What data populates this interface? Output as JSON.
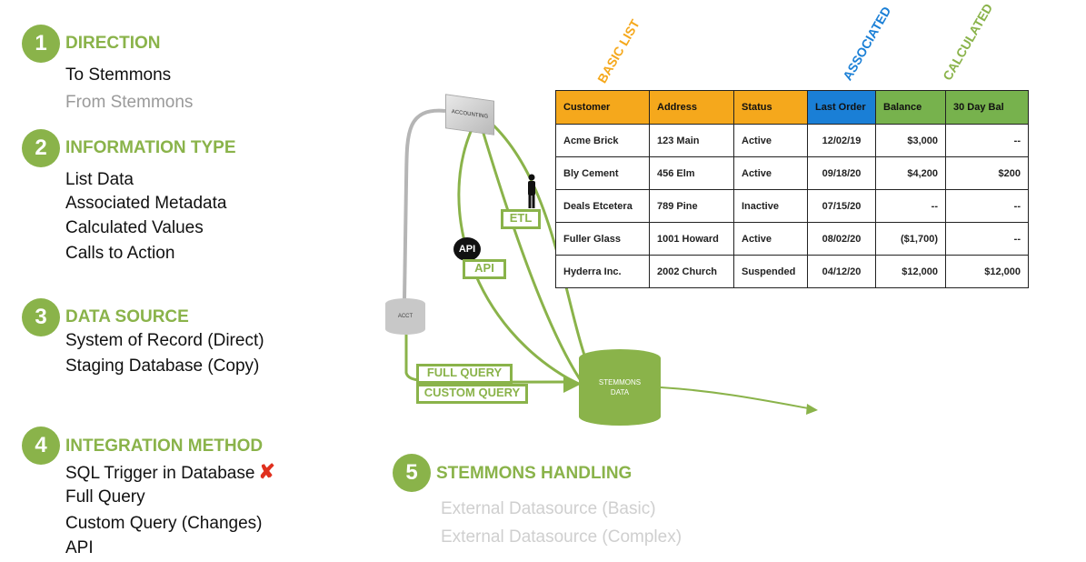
{
  "steps": [
    {
      "number": "1",
      "title": "DIRECTION",
      "items": [
        {
          "text": "To Stemmons",
          "style": "normal"
        },
        {
          "text": "From Stemmons",
          "style": "dim"
        }
      ]
    },
    {
      "number": "2",
      "title": "INFORMATION TYPE",
      "items": [
        {
          "text": "List Data"
        },
        {
          "text": "Associated Metadata"
        },
        {
          "text": "Calculated Values"
        },
        {
          "text": "Calls to Action"
        }
      ]
    },
    {
      "number": "3",
      "title": "DATA SOURCE",
      "items": [
        {
          "text": "System of Record (Direct)"
        },
        {
          "text": "Staging Database (Copy)"
        }
      ]
    },
    {
      "number": "4",
      "title": "INTEGRATION METHOD",
      "items": [
        {
          "text": "SQL Trigger in Database"
        },
        {
          "text": "Full Query"
        },
        {
          "text": "Custom Query (Changes)"
        },
        {
          "text": "API"
        }
      ]
    },
    {
      "number": "5",
      "title": "STEMMONS HANDLING",
      "items": [
        {
          "text": "External Datasource (Basic)"
        },
        {
          "text": "External Datasource (Complex)"
        }
      ]
    }
  ],
  "diagram": {
    "accounting_label": "ACCOUNTING",
    "acct_label": "ACCT",
    "stemmons_line1": "STEMMONS",
    "stemmons_line2": "DATA",
    "etl_label": "ETL",
    "api_label": "API",
    "api_gear_label": "API",
    "full_query_label": "FULL QUERY",
    "custom_query_label": "CUSTOM QUERY"
  },
  "column_tags": {
    "basic": "BASIC LIST",
    "associated": "ASSOCIATED",
    "calculated": "CALCULATED"
  },
  "colors": {
    "green": "#8ab34a",
    "orange": "#f5a81c",
    "blue": "#1a7fd6",
    "table_green": "#77b24d"
  },
  "table": {
    "headers": [
      "Customer",
      "Address",
      "Status",
      "Last Order",
      "Balance",
      "30 Day Bal"
    ],
    "rows": [
      [
        "Acme Brick",
        "123 Main",
        "Active",
        "12/02/19",
        "$3,000",
        "--"
      ],
      [
        "Bly Cement",
        "456 Elm",
        "Active",
        "09/18/20",
        "$4,200",
        "$200"
      ],
      [
        "Deals Etcetera",
        "789 Pine",
        "Inactive",
        "07/15/20",
        "--",
        "--"
      ],
      [
        "Fuller Glass",
        "1001 Howard",
        "Active",
        "08/02/20",
        "($1,700)",
        "--"
      ],
      [
        "Hyderra Inc.",
        "2002 Church",
        "Suspended",
        "04/12/20",
        "$12,000",
        "$12,000"
      ]
    ]
  }
}
